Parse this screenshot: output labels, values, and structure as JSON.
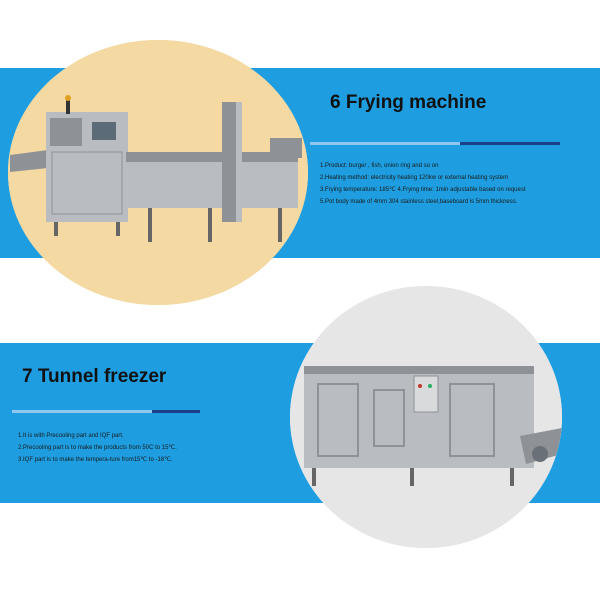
{
  "colors": {
    "band_blue": "#1e9ee0",
    "circle_bg_top": "#f4d9a3",
    "circle_bg_bottom": "#e6e6e6",
    "steel": "#b9bcc0",
    "steel_dark": "#8e9296",
    "rule_light": "#8ec8ee",
    "rule_dark": "#1c3f8a"
  },
  "sections": {
    "frying": {
      "title": "6   Frying machine",
      "specs": [
        "1.Product: burger , fish, onion ring and so on",
        "2.Heating method: electricity heating 120kw or external heating system",
        "3.Frying temperature: 185℃ 4.Frying time: 1min adjustable based on request",
        "5.Pot body made of 4mm 304 stainless steel,baseboard is 5mm thickness."
      ]
    },
    "freezer": {
      "title": "7   Tunnel freezer",
      "specs": [
        "1.It is with Precooling part and IQF part.",
        "2.Precooling part is to make the products from 50C to 15℃.",
        "3.IQF part is to make the tempera-ture from15℃ to -18℃."
      ]
    }
  }
}
